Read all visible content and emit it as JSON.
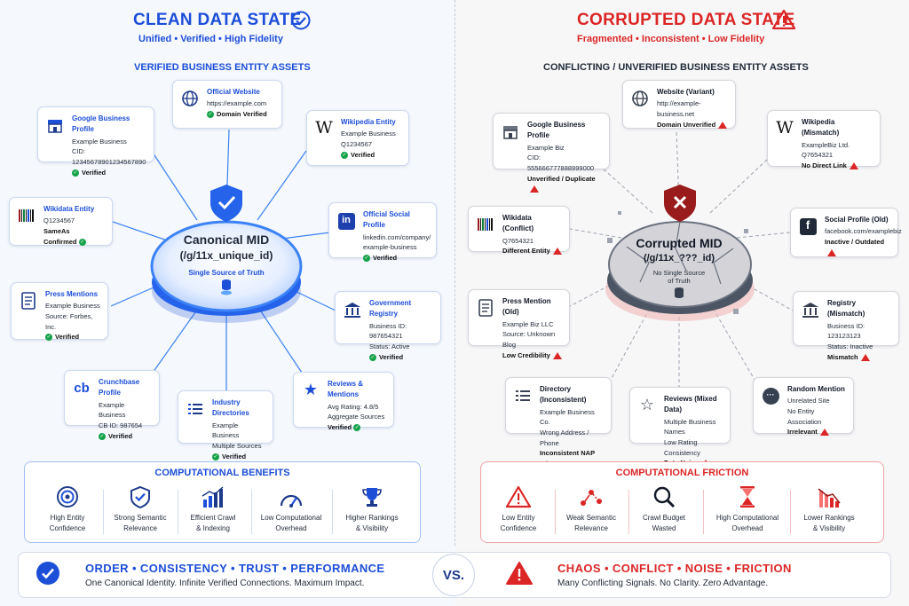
{
  "clean": {
    "title": "CLEAN DATA STATE",
    "subtitle": "Unified • Verified • High Fidelity",
    "section": "VERIFIED BUSINESS ENTITY ASSETS",
    "hub": {
      "title": "Canonical MID",
      "id": "(/g/11x_unique_id)",
      "tag": "Single Source of Truth"
    },
    "cards": [
      {
        "title": "Official Website",
        "lines": [
          "https://example.com"
        ],
        "status": "Domain Verified"
      },
      {
        "title": "Google Business Profile",
        "lines": [
          "Example Business",
          "CID: 12345678901234567890"
        ],
        "status": "Verified"
      },
      {
        "title": "Wikipedia Entity",
        "lines": [
          "Example Business",
          "Q1234567"
        ],
        "status": "Verified"
      },
      {
        "title": "Wikidata Entity",
        "lines": [
          "Q1234567"
        ],
        "status": "SameAs Confirmed"
      },
      {
        "title": "Official Social Profile",
        "lines": [
          "linkedin.com/company/",
          "example-business"
        ],
        "status": "Verified"
      },
      {
        "title": "Press Mentions",
        "lines": [
          "Example Business",
          "Source: Forbes, Inc."
        ],
        "status": "Verified"
      },
      {
        "title": "Government Registry",
        "lines": [
          "Business ID: 987654321",
          "Status: Active"
        ],
        "status": "Verified"
      },
      {
        "title": "Crunchbase Profile",
        "lines": [
          "Example Business",
          "CB ID: 987654"
        ],
        "status": "Verified"
      },
      {
        "title": "Industry Directories",
        "lines": [
          "Example Business",
          "Multiple Sources"
        ],
        "status": "Verified"
      },
      {
        "title": "Reviews & Mentions",
        "lines": [
          "Avg Rating: 4.8/5",
          "Aggregate Sources"
        ],
        "status": "Verified"
      }
    ],
    "benefits_title": "COMPUTATIONAL BENEFITS",
    "benefits": [
      {
        "l1": "High Entity",
        "l2": "Confidence"
      },
      {
        "l1": "Strong Semantic",
        "l2": "Relevance"
      },
      {
        "l1": "Efficient Crawl",
        "l2": "& Indexing"
      },
      {
        "l1": "Low Computational",
        "l2": "Overhead"
      },
      {
        "l1": "Higher Rankings",
        "l2": "& Visibility"
      }
    ],
    "tagline": "ORDER • CONSISTENCY • TRUST • PERFORMANCE",
    "tagline_sub": "One Canonical Identity. Infinite Verified Connections. Maximum Impact."
  },
  "corrupt": {
    "title": "CORRUPTED DATA STATE",
    "subtitle": "Fragmented • Inconsistent • Low Fidelity",
    "section": "CONFLICTING / UNVERIFIED BUSINESS ENTITY ASSETS",
    "hub": {
      "title": "Corrupted MID",
      "id": "(/g/11x_???_id)",
      "tag1": "No Single Source",
      "tag2": "of Truth"
    },
    "cards": [
      {
        "title": "Website (Variant)",
        "lines": [
          "http://example-business.net"
        ],
        "status": "Domain Unverified"
      },
      {
        "title": "Google Business Profile",
        "lines": [
          "Example Biz",
          "CID: 555666777888999000"
        ],
        "status": "Unverified / Duplicate"
      },
      {
        "title": "Wikipedia (Mismatch)",
        "lines": [
          "ExampleBiz Ltd.",
          "Q7654321"
        ],
        "status": "No Direct Link"
      },
      {
        "title": "Wikidata (Conflict)",
        "lines": [
          "Q7654321"
        ],
        "status": "Different Entity"
      },
      {
        "title": "Social Profile (Old)",
        "lines": [
          "facebook.com/examplebiz"
        ],
        "status": "Inactive / Outdated"
      },
      {
        "title": "Press Mention (Old)",
        "lines": [
          "Example Biz LLC",
          "Source: Unknown Blog"
        ],
        "status": "Low Credibility"
      },
      {
        "title": "Registry (Mismatch)",
        "lines": [
          "Business ID: 123123123",
          "Status: Inactive"
        ],
        "status": "Mismatch"
      },
      {
        "title": "Directory (Inconsistent)",
        "lines": [
          "Example Business Co.",
          "Wrong Address / Phone"
        ],
        "status": "Inconsistent NAP"
      },
      {
        "title": "Reviews (Mixed Data)",
        "lines": [
          "Multiple Business Names",
          "Low Rating Consistency"
        ],
        "status": "Data Noise"
      },
      {
        "title": "Random Mention",
        "lines": [
          "Unrelated Site",
          "No Entity Association"
        ],
        "status": "Irrelevant"
      }
    ],
    "friction_title": "COMPUTATIONAL FRICTION",
    "friction": [
      {
        "l1": "Low Entity",
        "l2": "Confidence"
      },
      {
        "l1": "Weak Semantic",
        "l2": "Relevance"
      },
      {
        "l1": "Crawl Budget",
        "l2": "Wasted"
      },
      {
        "l1": "High Computational",
        "l2": "Overhead"
      },
      {
        "l1": "Lower Rankings",
        "l2": "& Visibility"
      }
    ],
    "tagline": "CHAOS • CONFLICT • NOISE • FRICTION",
    "tagline_sub": "Many Conflicting Signals. No Clarity. Zero Advantage."
  },
  "vs": "VS.",
  "colors": {
    "blue": "#1d4ed8",
    "red": "#dc2626",
    "green": "#16a34a"
  },
  "icons": {
    "clean": [
      "globe-icon",
      "storefront-icon",
      "wikipedia-icon",
      "barcode-icon",
      "linkedin-icon",
      "document-icon",
      "government-icon",
      "crunchbase-icon",
      "list-icon",
      "star-icon"
    ],
    "corrupt": [
      "globe-icon",
      "storefront-icon",
      "wikipedia-icon",
      "barcode-icon",
      "facebook-icon",
      "document-icon",
      "government-icon",
      "list-icon",
      "star-outline-icon",
      "chat-icon"
    ]
  }
}
